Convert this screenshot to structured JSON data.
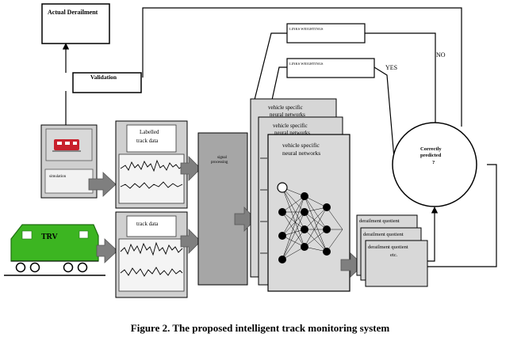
{
  "boxes": {
    "actual_derailment": "Actual Derailment",
    "validation": "Validation",
    "simulation": "simulation",
    "labelled_track_data_line1": "Labelled",
    "labelled_track_data_line2": "track data",
    "track_data": "track data",
    "signal_processing_line1": "signal",
    "signal_processing_line2": "processing",
    "nn_back_line1": "vehicle specific",
    "nn_back_line2": "neural networks",
    "nn_mid_line1": "vehicle specific",
    "nn_mid_line2": "neural networks",
    "nn_front_line1": "vehicle specific",
    "nn_front_line2": "neural networks",
    "dq_back": "derailment quotient",
    "dq_mid": "derailment quotient",
    "dq_front_line1": "derailment quotient",
    "dq_front_line2": "etc.",
    "correctly_predicted_line1": "Correctly",
    "correctly_predicted_line2": "predicted",
    "correctly_predicted_line3": "?",
    "weights_adjust": "LINKS WEIGHTINGS",
    "weights_confirm": "LINKS WEIGHTINGS",
    "trv": "TRV"
  },
  "labels": {
    "no": "NO",
    "yes": "YES"
  },
  "caption": "Figure 2. The proposed intelligent track monitoring system",
  "colors": {
    "train_green": "#3cb521",
    "box_gray": "#d8d8d8",
    "signal_gray": "#a6a6a6",
    "arrow_gray": "#7f7f7f",
    "screen_red": "#c8202c"
  }
}
